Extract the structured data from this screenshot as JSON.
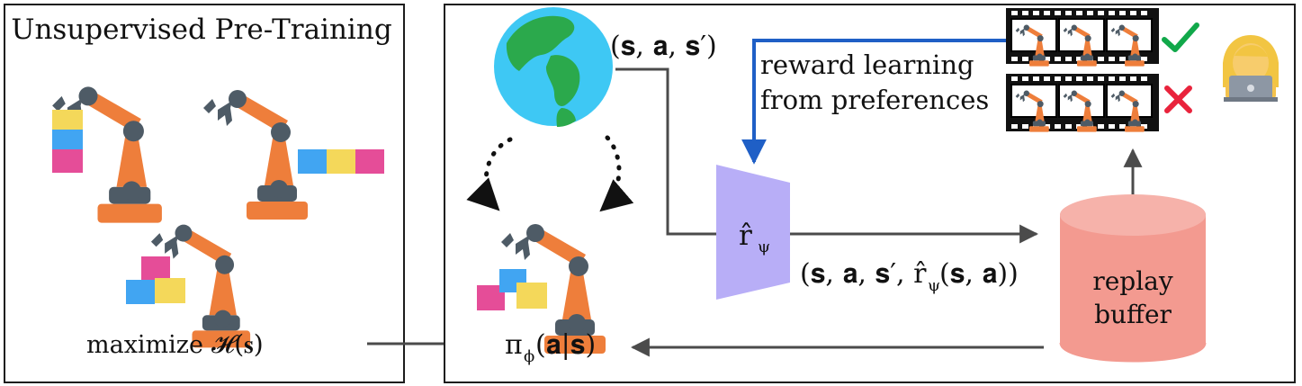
{
  "left_panel": {
    "title": "Unsupervised Pre-Training",
    "objective_prefix": "maximize",
    "objective_math": "𝓗(𝐬)"
  },
  "right_panel": {
    "transition_label": "(𝐬, 𝐚, 𝐬′)",
    "reward_learning_line1": "reward learning",
    "reward_learning_line2": "from preferences",
    "reward_model_label": "r̂",
    "reward_model_subscript": "ψ",
    "replay_tuple_label": "(𝐬, 𝐚, 𝐬′, r̂",
    "replay_tuple_subscript": "ψ",
    "replay_tuple_tail": "(𝐬, 𝐚))",
    "replay_buffer_line1": "replay",
    "replay_buffer_line2": "buffer",
    "policy_label_prefix": "π",
    "policy_label_subscript": "ϕ",
    "policy_label_tail": "(𝐚|𝐬)"
  },
  "colors": {
    "border": "#1d1d1d",
    "arrow_gray": "#4b4b4b",
    "feedback_blue": "#1f5fc6",
    "reward_model": "#b8aef7",
    "replay_buffer": "#f39a90",
    "replay_buffer_top": "#f6b2aa",
    "robot_orange": "#ee7e3b",
    "robot_dark": "#4e5b66",
    "cube_blue": "#41a5f2",
    "cube_yellow": "#f4d85a",
    "cube_pink": "#e54d98",
    "earth_ocean": "#3ec8f4",
    "earth_land": "#2ba94c",
    "check_green": "#11a84a",
    "cross_red": "#e9233c"
  },
  "icons": [
    "robot-arm-icon",
    "earth-icon",
    "film-strip-icon",
    "checkmark-icon",
    "cross-icon",
    "human-annotator-icon"
  ]
}
